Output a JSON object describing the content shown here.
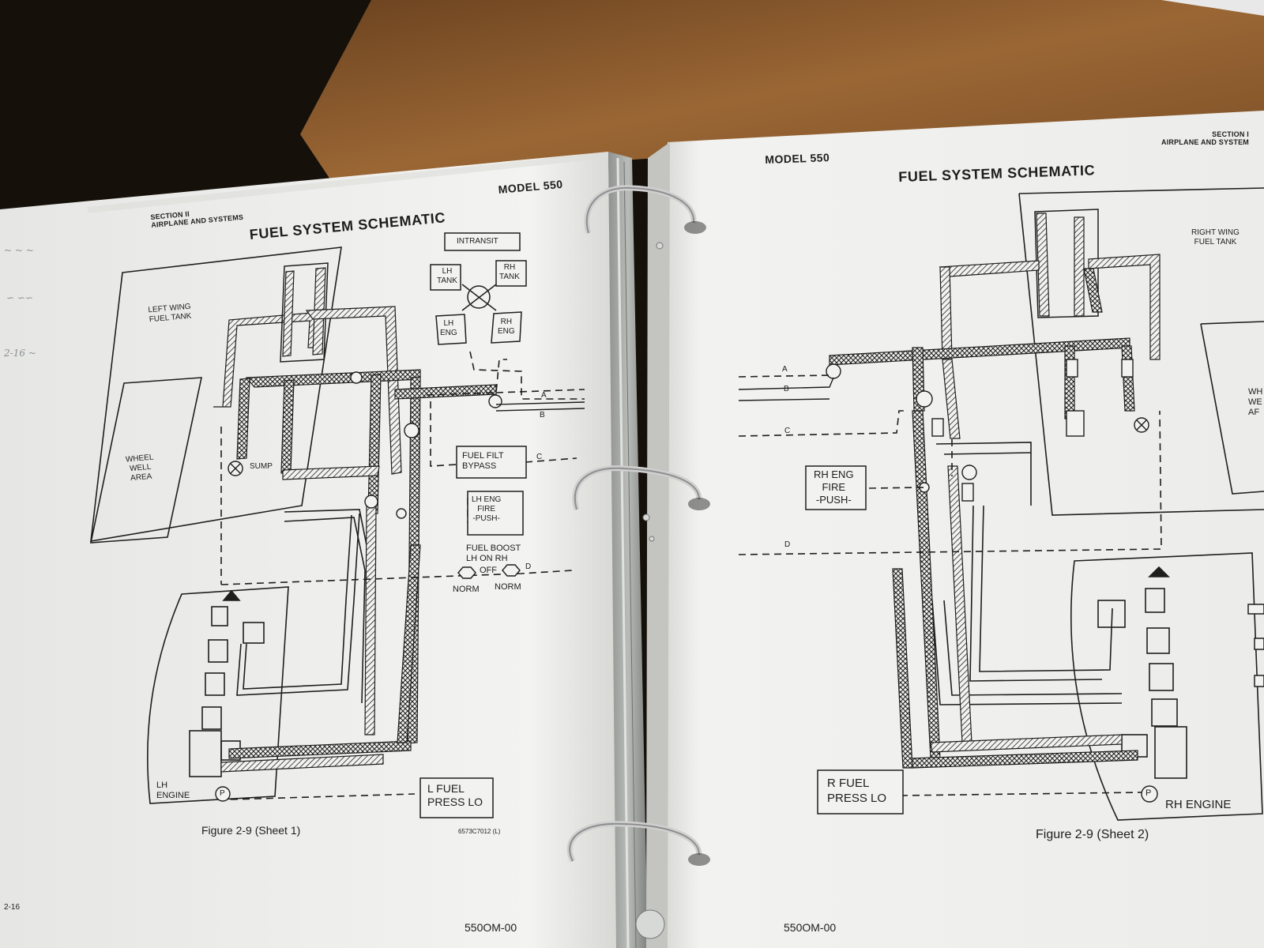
{
  "left_page": {
    "section_header": [
      "SECTION II",
      "AIRPLANE AND SYSTEMS"
    ],
    "model": "MODEL 550",
    "title": "FUEL SYSTEM SCHEMATIC",
    "labels": {
      "left_wing_tank": [
        "LEFT WING",
        "FUEL TANK"
      ],
      "wheel_well": [
        "WHEEL",
        "WELL",
        "AREA"
      ],
      "sump": "SUMP",
      "intransit": "INTRANSIT",
      "lh_tank": [
        "LH",
        "TANK"
      ],
      "rh_tank": [
        "RH",
        "TANK"
      ],
      "lh_eng": [
        "LH",
        "ENG"
      ],
      "rh_eng": [
        "RH",
        "ENG"
      ],
      "fuel_filt_bypass": [
        "FUEL FILT",
        "BYPASS"
      ],
      "lh_eng_fire_push": [
        "LH ENG",
        "FIRE",
        "-PUSH-"
      ],
      "fuel_boost": "FUEL BOOST",
      "lh_on_rh": "LH  ON  RH",
      "off": "OFF",
      "norm_left": "NORM",
      "norm_right": "NORM",
      "lh_engine": [
        "LH",
        "ENGINE"
      ],
      "p": "P",
      "l_fuel_press_lo": [
        "L FUEL",
        "PRESS LO"
      ],
      "a": "A",
      "b": "B",
      "c": "C",
      "d": "D"
    },
    "caption": "Figure 2-9 (Sheet 1)",
    "part_number": "6573C7012 (L)",
    "page_number": "2-16",
    "doc_id": "550OM-00"
  },
  "right_page": {
    "section_header": [
      "SECTION I",
      "AIRPLANE AND SYSTEM"
    ],
    "model": "MODEL 550",
    "title": "FUEL SYSTEM SCHEMATIC",
    "labels": {
      "right_wing_tank": [
        "RIGHT WING",
        "FUEL TANK"
      ],
      "wheel_well_cut": [
        "WH",
        "WE",
        "AF"
      ],
      "rh_eng_fire_push": [
        "RH ENG",
        "FIRE",
        "-PUSH-"
      ],
      "r_fuel_press_lo": [
        "R FUEL",
        "PRESS LO"
      ],
      "p": "P",
      "rh_engine": "RH ENGINE",
      "a": "A",
      "b": "B",
      "c": "C",
      "d": "D"
    },
    "caption": "Figure 2-9 (Sheet 2)",
    "doc_id": "550OM-00"
  },
  "colors": {
    "paper": "#f1f1ef",
    "paper_shadow": "#c9c9c6",
    "desk": "#8a5a2b",
    "background": "#1a1208",
    "ink": "#1d1d1d",
    "binder_ring": "#c8c8c8"
  }
}
